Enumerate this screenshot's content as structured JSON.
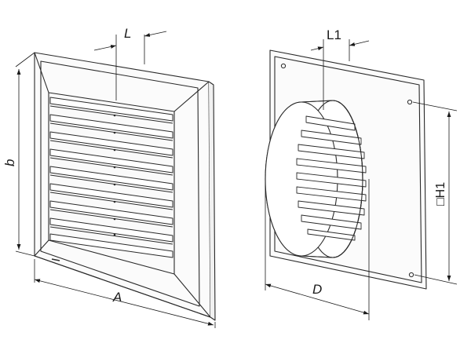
{
  "front_grille": {
    "dim_depth": "L",
    "dim_height": "b",
    "dim_width": "A"
  },
  "rear_plate": {
    "dim_depth": "L1",
    "dim_hole_spacing": "□H1",
    "dim_spigot": "D"
  }
}
